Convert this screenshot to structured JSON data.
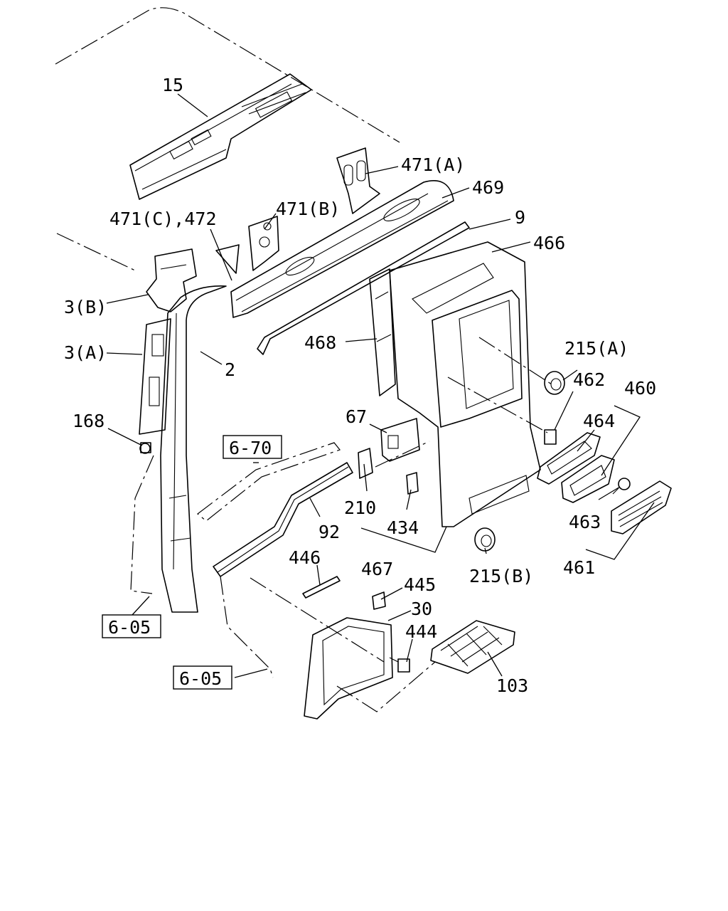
{
  "labels": {
    "p15": "15",
    "p471a": "471(A)",
    "p469": "469",
    "p471b": "471(B)",
    "p471c": "471(C),472",
    "p9": "9",
    "p466": "466",
    "p3b": "3(B)",
    "p3a": "3(A)",
    "p2": "2",
    "p468": "468",
    "p215a": "215(A)",
    "p462": "462",
    "p460": "460",
    "p464": "464",
    "p168": "168",
    "p67": "67",
    "p210": "210",
    "p434": "434",
    "p92": "92",
    "p463": "463",
    "p467": "467",
    "p215b": "215(B)",
    "p461": "461",
    "p446": "446",
    "p445": "445",
    "p30": "30",
    "p444": "444",
    "p103": "103"
  },
  "refs": {
    "ref670": "6-70",
    "ref605a": "6-05",
    "ref605b": "6-05"
  }
}
